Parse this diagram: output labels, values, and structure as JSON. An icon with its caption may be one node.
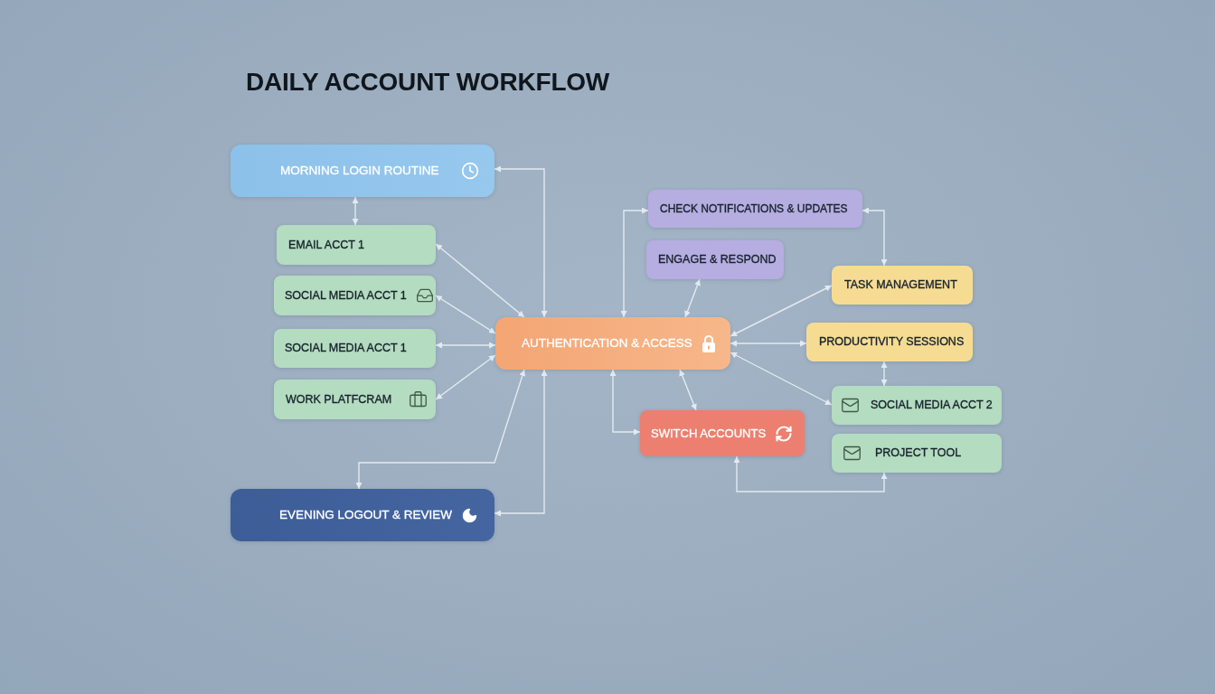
{
  "diagram": {
    "title": "DAILY ACCOUNT WORKFLOW",
    "nodes": [
      {
        "text": [
          "MORNING LOGIN ROUTINE"
        ]
      },
      {
        "text": [
          "EMAIL ACCT 1"
        ]
      },
      {
        "text": [
          "SOCIAL MEDIA ACCT 1"
        ]
      },
      {
        "text": [
          "SOCIAL MEDIA ACCT 1"
        ]
      },
      {
        "text": [
          "WORK PLATFCRAM"
        ]
      },
      {
        "text": [
          "EVENING LOGOUT & REVIEW"
        ]
      },
      {
        "text": [
          "AUTHENTICATION & ACCESS"
        ]
      },
      {
        "text": [
          "CHECK NOTIFICATIONS & UPDATES"
        ]
      },
      {
        "text": [
          "ENGAGE & RESPOND"
        ]
      },
      {
        "text": [
          "TASK MANAGEMENT"
        ]
      },
      {
        "text": [
          "PRODUCTIVITY SESSIONS"
        ]
      },
      {
        "text": [
          "SWITCH ACCOUNTS"
        ]
      },
      {
        "text": [
          "SOCIAL MEDIA ACCT 2"
        ]
      },
      {
        "text": [
          "PROJECT TOOL"
        ]
      }
    ],
    "edges": [
      {
        "from": 0,
        "to": 1,
        "arrow": "both"
      },
      {
        "from": 6,
        "to": 0,
        "arrow": "both"
      },
      {
        "from": 1,
        "to": 6,
        "arrow": "both"
      },
      {
        "from": 2,
        "to": 6,
        "arrow": "both"
      },
      {
        "from": 3,
        "to": 6,
        "arrow": "both"
      },
      {
        "from": 4,
        "to": 6,
        "arrow": "both"
      },
      {
        "from": 6,
        "to": 5,
        "arrow": "both"
      },
      {
        "from": 6,
        "to": 5,
        "arrow": "both"
      },
      {
        "from": 6,
        "to": 7,
        "arrow": "both"
      },
      {
        "from": 6,
        "to": 8,
        "arrow": "both"
      },
      {
        "from": 6,
        "to": 9,
        "arrow": "both"
      },
      {
        "from": 6,
        "to": 10,
        "arrow": "both"
      },
      {
        "from": 6,
        "to": 12,
        "arrow": "both"
      },
      {
        "from": 6,
        "to": 11,
        "arrow": "both"
      },
      {
        "from": 6,
        "to": 11,
        "arrow": "both"
      },
      {
        "from": 7,
        "to": 9,
        "arrow": "both"
      },
      {
        "from": 10,
        "to": 12,
        "arrow": "both"
      },
      {
        "from": 11,
        "to": 13,
        "arrow": "both"
      }
    ]
  }
}
